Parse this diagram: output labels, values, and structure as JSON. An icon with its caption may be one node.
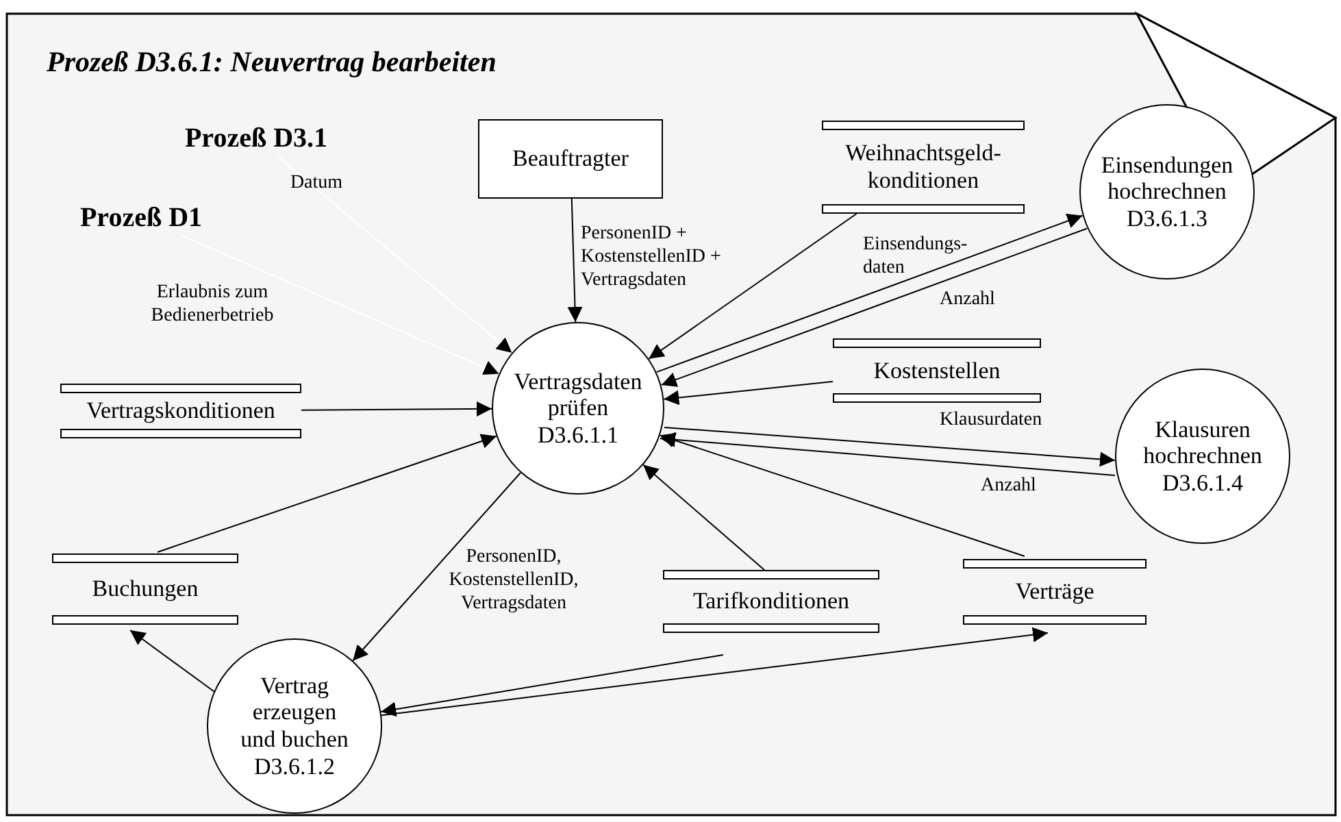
{
  "diagram": {
    "title": "Prozeß D3.6.1: Neuvertrag bearbeiten",
    "nodes": [
      {
        "text": [
          "Prozeß D3.1"
        ]
      },
      {
        "text": [
          "Prozeß D1"
        ]
      },
      {
        "text": [
          "Beauftragter"
        ]
      },
      {
        "text": [
          "Weihnachtsgeld- konditionen"
        ]
      },
      {
        "text": [
          "Einsendungen hochrechnen D3.6.1.3"
        ]
      },
      {
        "text": [
          "Vertragsdaten prüfen D3.6.1.1"
        ]
      },
      {
        "text": [
          "Vertragskonditionen"
        ]
      },
      {
        "text": [
          "Kostenstellen"
        ]
      },
      {
        "text": [
          "Klausuren hochrechnen D3.6.1.4"
        ]
      },
      {
        "text": [
          "Buchungen"
        ]
      },
      {
        "text": [
          "Tarifkonditionen"
        ]
      },
      {
        "text": [
          "Verträge"
        ]
      },
      {
        "text": [
          "Vertrag erzeugen und buchen D3.6.1.2"
        ]
      }
    ],
    "edges": [
      {
        "from": 0,
        "to": 5,
        "arrow": "to",
        "label": "Datum",
        "color": "#ffffff"
      },
      {
        "from": 1,
        "to": 5,
        "arrow": "to",
        "label": "Erlaubnis zum Bedienerbetrieb",
        "color": "#ffffff"
      },
      {
        "from": 2,
        "to": 5,
        "arrow": "to",
        "label": "PersonenID + KostenstellenID + Vertragsdaten"
      },
      {
        "from": 3,
        "to": 5,
        "arrow": "to"
      },
      {
        "from": 5,
        "to": 4,
        "arrow": "to",
        "label": "Einsendungs- daten"
      },
      {
        "from": 4,
        "to": 5,
        "arrow": "to",
        "label": "Anzahl"
      },
      {
        "from": 6,
        "to": 5,
        "arrow": "to"
      },
      {
        "from": 7,
        "to": 5,
        "arrow": "to"
      },
      {
        "from": 5,
        "to": 8,
        "arrow": "to",
        "label": "Klausurdaten"
      },
      {
        "from": 8,
        "to": 5,
        "arrow": "to",
        "label": "Anzahl"
      },
      {
        "from": 9,
        "to": 5,
        "arrow": "to"
      },
      {
        "from": 5,
        "to": 12,
        "arrow": "to",
        "label": "PersonenID, KostenstellenID, Vertragsdaten"
      },
      {
        "from": 10,
        "to": 5,
        "arrow": "to"
      },
      {
        "from": 11,
        "to": 5,
        "arrow": "to"
      },
      {
        "from": 12,
        "to": 9,
        "arrow": "to"
      },
      {
        "from": 10,
        "to": 12,
        "arrow": "to"
      },
      {
        "from": 12,
        "to": 11,
        "arrow": "to"
      }
    ]
  }
}
